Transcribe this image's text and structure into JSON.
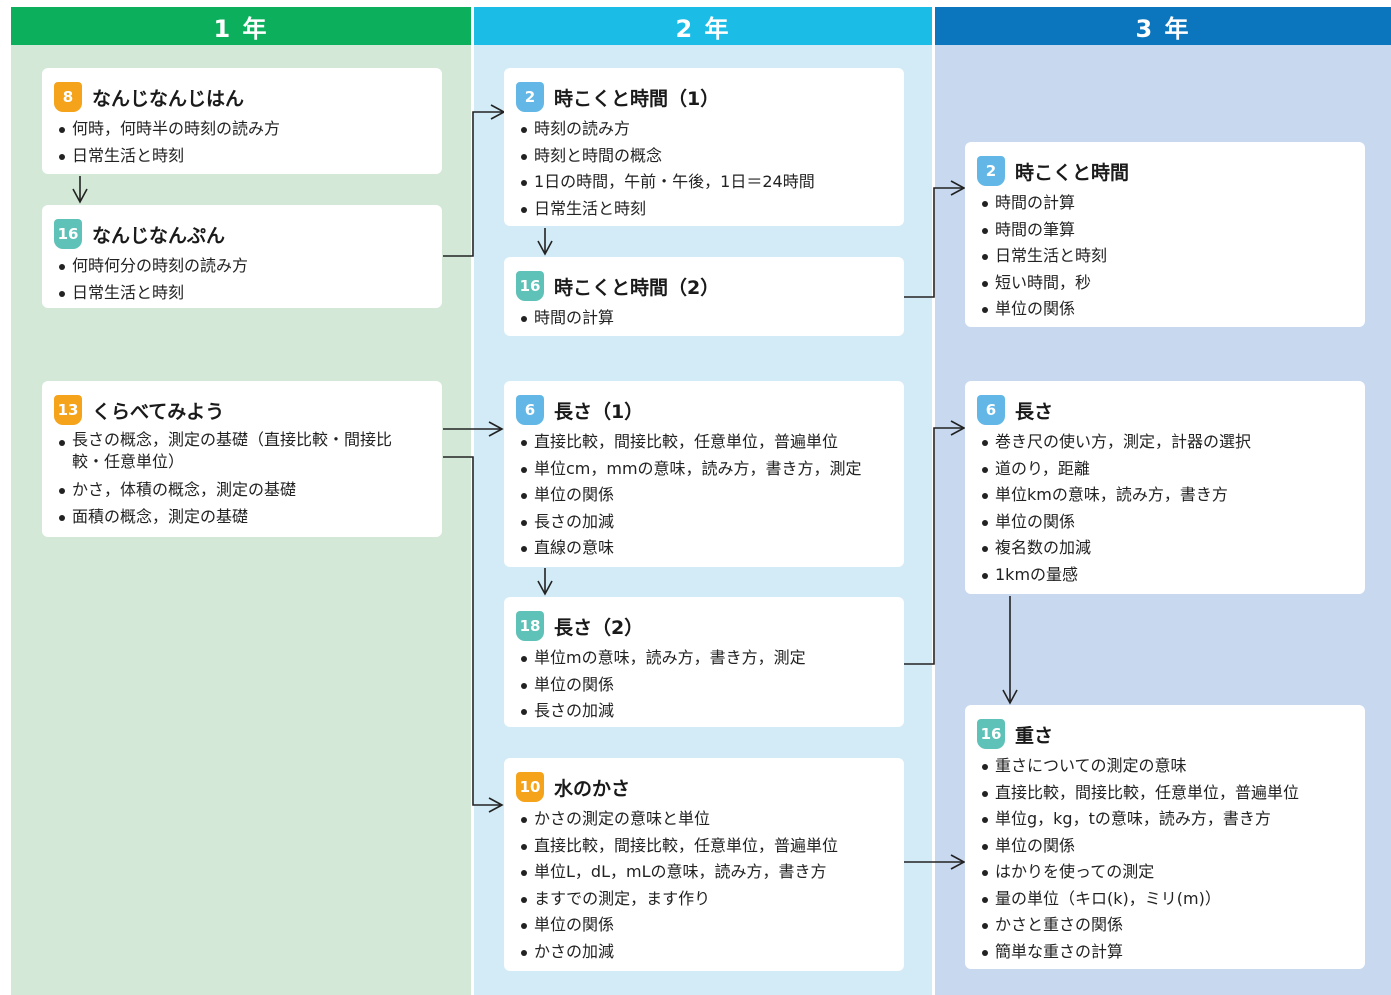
{
  "colors": {
    "grade1_header": "#0baf5c",
    "grade2_header": "#1bbde6",
    "grade3_header": "#0b76bd",
    "grade1_bg": "#d3e8d6",
    "grade2_bg": "#d2ebf7",
    "grade3_bg": "#c7d8ef",
    "badge_orange": "#f5a31a",
    "badge_blue": "#62b7e6",
    "badge_teal": "#5fc2b8"
  },
  "columns": [
    {
      "label": "1 年"
    },
    {
      "label": "2 年"
    },
    {
      "label": "3 年"
    }
  ],
  "cards": {
    "g1_nanji": {
      "num": "8",
      "badge": "orange",
      "title": "なんじなんじはん",
      "items": [
        "何時，何時半の時刻の読み方",
        "日常生活と時刻"
      ]
    },
    "g1_nanpun": {
      "num": "16",
      "badge": "teal",
      "title": "なんじなんぷん",
      "items": [
        "何時何分の時刻の読み方",
        "日常生活と時刻"
      ]
    },
    "g1_kurabete": {
      "num": "13",
      "badge": "orange",
      "title": "くらべてみよう",
      "items": [
        "長さの概念，測定の基礎（直接比較・間接比較・任意単位）",
        "かさ，体積の概念，測定の基礎",
        "面積の概念，測定の基礎"
      ]
    },
    "g2_tokei1": {
      "num": "2",
      "badge": "blue",
      "title": "時こくと時間（1）",
      "items": [
        "時刻の読み方",
        "時刻と時間の概念",
        "1日の時間，午前・午後，1日＝24時間",
        "日常生活と時刻"
      ]
    },
    "g2_tokei2": {
      "num": "16",
      "badge": "teal",
      "title": "時こくと時間（2）",
      "items": [
        "時間の計算"
      ]
    },
    "g2_nagasa1": {
      "num": "6",
      "badge": "blue",
      "title": "長さ（1）",
      "items": [
        "直接比較，間接比較，任意単位，普遍単位",
        "単位cm，mmの意味，読み方，書き方，測定",
        "単位の関係",
        "長さの加減",
        "直線の意味"
      ]
    },
    "g2_nagasa2": {
      "num": "18",
      "badge": "teal",
      "title": "長さ（2）",
      "items": [
        "単位mの意味，読み方，書き方，測定",
        "単位の関係",
        "長さの加減"
      ]
    },
    "g2_mizu": {
      "num": "10",
      "badge": "orange",
      "title": "水のかさ",
      "items": [
        "かさの測定の意味と単位",
        "直接比較，間接比較，任意単位，普遍単位",
        "単位L，dL，mLの意味，読み方，書き方",
        "ますでの測定，ます作り",
        "単位の関係",
        "かさの加減"
      ]
    },
    "g3_tokei": {
      "num": "2",
      "badge": "blue",
      "title": "時こくと時間",
      "items": [
        "時間の計算",
        "時間の筆算",
        "日常生活と時刻",
        "短い時間，秒",
        "単位の関係"
      ]
    },
    "g3_nagasa": {
      "num": "6",
      "badge": "blue",
      "title": "長さ",
      "items": [
        "巻き尺の使い方，測定，計器の選択",
        "道のり，距離",
        "単位kmの意味，読み方，書き方",
        "単位の関係",
        "複名数の加減",
        "1kmの量感"
      ]
    },
    "g3_omosa": {
      "num": "16",
      "badge": "teal",
      "title": "重さ",
      "items": [
        "重さについての測定の意味",
        "直接比較，間接比較，任意単位，普遍単位",
        "単位g，kg，tの意味，読み方，書き方",
        "単位の関係",
        "はかりを使っての測定",
        "量の単位（キロ(k)，ミリ(m)）",
        "かさと重さの関係",
        "簡単な重さの計算"
      ]
    }
  }
}
